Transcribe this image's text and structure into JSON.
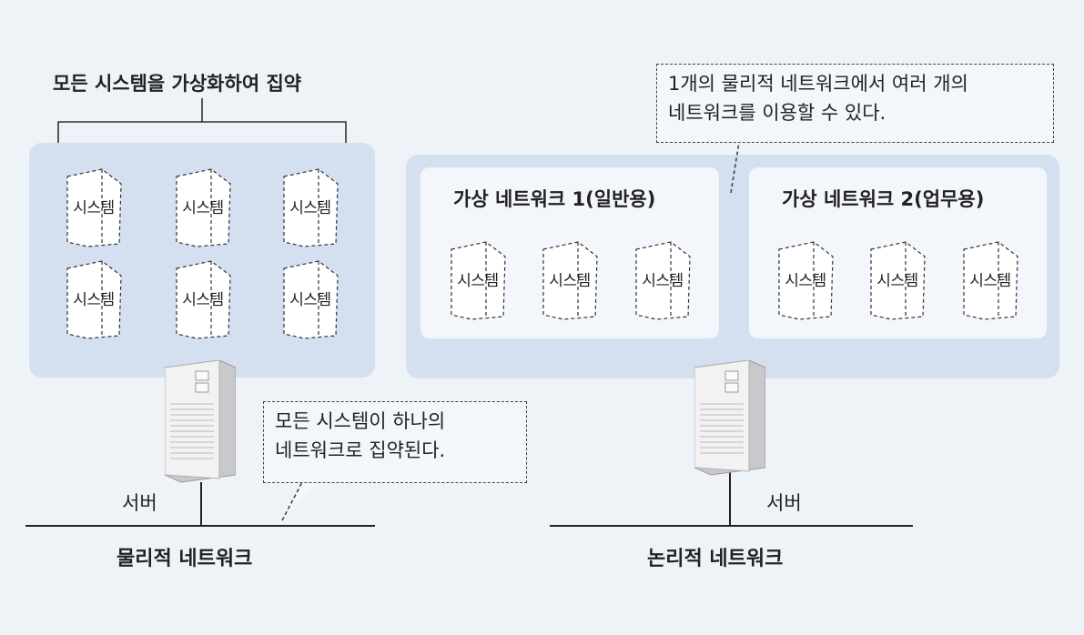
{
  "physical": {
    "title": "모든 시스템을 가상화하여 집약",
    "systems": [
      "시스템",
      "시스템",
      "시스템",
      "시스템",
      "시스템",
      "시스템"
    ],
    "callout_line1": "모든 시스템이 하나의",
    "callout_line2": "네트워크로 집약된다.",
    "server_label": "서버",
    "network_label": "물리적 네트워크"
  },
  "logical": {
    "callout_line1": "1개의 물리적 네트워크에서 여러 개의",
    "callout_line2": "네트워크를 이용할 수 있다.",
    "vnet1": {
      "title": "가상 네트워크 1(일반용)",
      "systems": [
        "시스템",
        "시스템",
        "시스템"
      ]
    },
    "vnet2": {
      "title": "가상 네트워크 2(업무용)",
      "systems": [
        "시스템",
        "시스템",
        "시스템"
      ]
    },
    "server_label": "서버",
    "network_label": "논리적 네트워크"
  },
  "colors": {
    "panel": "#d4dff0",
    "inner": "#f3f6fb",
    "background": "#eef3f8"
  }
}
